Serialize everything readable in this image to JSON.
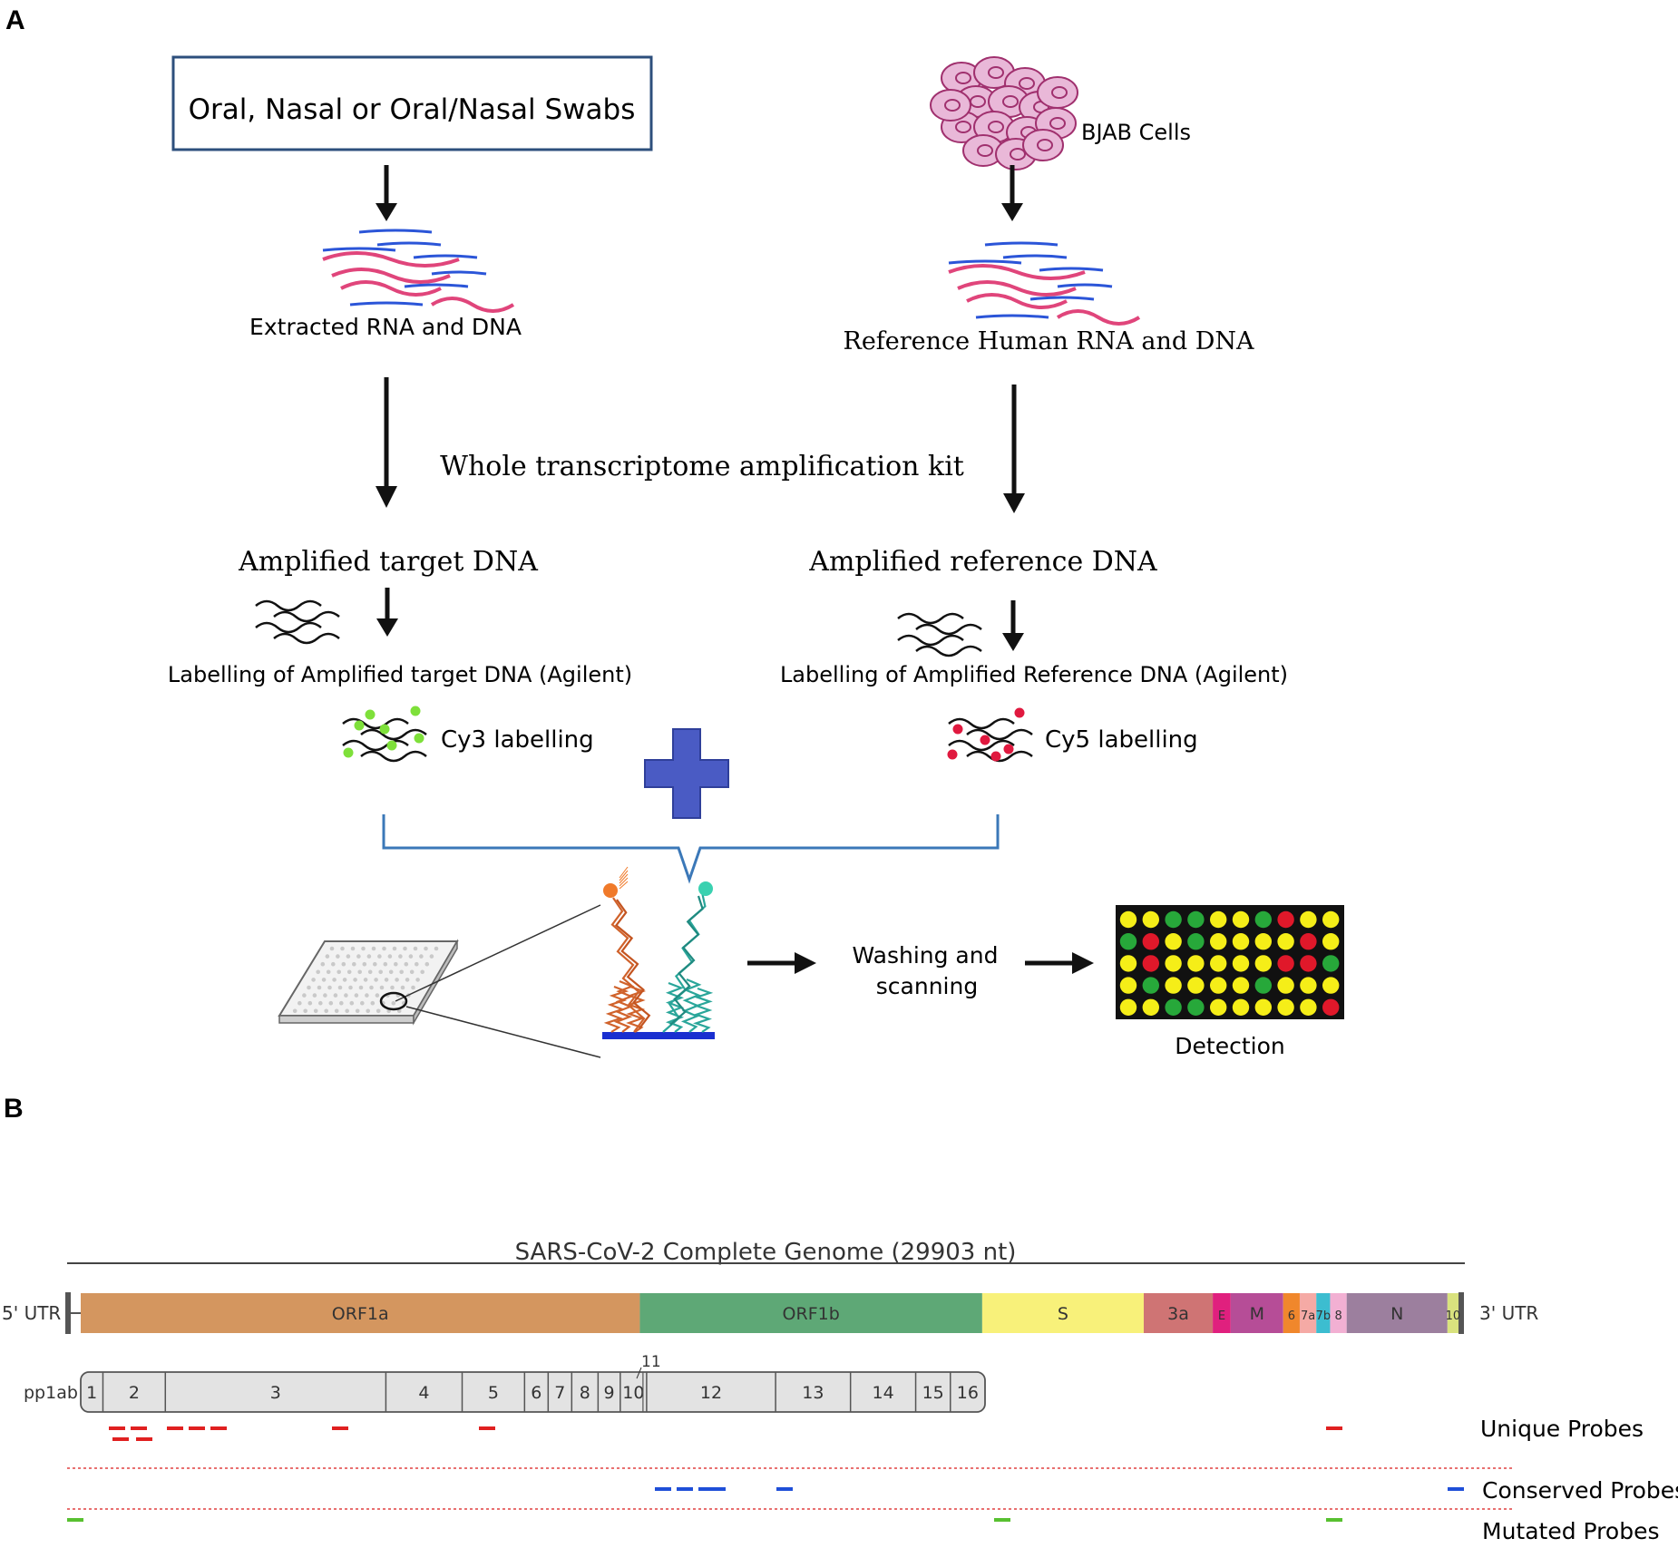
{
  "panelA": {
    "panel_label": "A",
    "swab_box": "Oral, Nasal or Oral/Nasal Swabs",
    "bjab_label": "BJAB Cells",
    "extracted": "Extracted RNA and DNA",
    "reference_human": "Reference Human RNA and DNA",
    "wta_kit": "Whole transcriptome amplification kit",
    "amplified_target": "Amplified target DNA",
    "amplified_reference": "Amplified reference DNA",
    "labelling_target": "Labelling of Amplified target DNA (Agilent)",
    "labelling_reference": "Labelling of Amplified Reference DNA (Agilent)",
    "cy3": "Cy3 labelling",
    "cy5": "Cy5 labelling",
    "washing_line1": "Washing and",
    "washing_line2": "scanning",
    "detection": "Detection",
    "colors": {
      "rna_pink": "#e0457b",
      "rna_blue": "#2b55d8",
      "cy3_green": "#7ee03a",
      "cy5_red": "#e0193f",
      "plus": "#4a5bc4",
      "bracket": "#3b78b8"
    },
    "microarray_grid": [
      [
        "yellow",
        "yellow",
        "green",
        "green",
        "yellow",
        "yellow",
        "green",
        "red",
        "yellow",
        "yellow"
      ],
      [
        "green",
        "red",
        "yellow",
        "green",
        "yellow",
        "yellow",
        "yellow",
        "yellow",
        "red",
        "yellow"
      ],
      [
        "yellow",
        "red",
        "yellow",
        "yellow",
        "yellow",
        "yellow",
        "yellow",
        "red",
        "red",
        "green"
      ],
      [
        "yellow",
        "green",
        "yellow",
        "yellow",
        "yellow",
        "yellow",
        "green",
        "yellow",
        "yellow",
        "yellow"
      ],
      [
        "yellow",
        "yellow",
        "green",
        "green",
        "yellow",
        "yellow",
        "yellow",
        "yellow",
        "yellow",
        "red"
      ]
    ]
  },
  "panelB": {
    "panel_label": "B",
    "title": "SARS-CoV-2 Complete Genome (29903 nt)",
    "utr5": "5' UTR",
    "utr3": "3' UTR",
    "genes": [
      {
        "label": "ORF1a",
        "color": "#d4965f",
        "frac": 0.405
      },
      {
        "label": "ORF1b",
        "color": "#5ea876",
        "frac": 0.248
      },
      {
        "label": "S",
        "color": "#f8f17a",
        "frac": 0.117
      },
      {
        "label": "3a",
        "color": "#cf7474",
        "frac": 0.05
      },
      {
        "label": "E",
        "color": "#e0207e",
        "frac": 0.013
      },
      {
        "label": "M",
        "color": "#b64d97",
        "frac": 0.038
      },
      {
        "label": "6",
        "color": "#f0872c",
        "frac": 0.012
      },
      {
        "label": "7a",
        "color": "#f5aaa5",
        "frac": 0.012
      },
      {
        "label": "7b",
        "color": "#3cbdd0",
        "frac": 0.01
      },
      {
        "label": "8",
        "color": "#f2b0d3",
        "frac": 0.012
      },
      {
        "label": "N",
        "color": "#9c7f9e",
        "frac": 0.073
      },
      {
        "label": "10",
        "color": "#d9e27e",
        "frac": 0.008
      }
    ],
    "pp1ab_label": "pp1ab",
    "nsp_label_11": "11",
    "nsps": [
      {
        "label": "1",
        "frac": 0.016
      },
      {
        "label": "2",
        "frac": 0.045
      },
      {
        "label": "3",
        "frac": 0.159
      },
      {
        "label": "4",
        "frac": 0.055
      },
      {
        "label": "5",
        "frac": 0.045
      },
      {
        "label": "6",
        "frac": 0.017
      },
      {
        "label": "7",
        "frac": 0.017
      },
      {
        "label": "8",
        "frac": 0.019
      },
      {
        "label": "9",
        "frac": 0.016
      },
      {
        "label": "10",
        "frac": 0.019
      },
      {
        "label": "12",
        "frac": 0.093
      },
      {
        "label": "13",
        "frac": 0.054
      },
      {
        "label": "14",
        "frac": 0.047
      },
      {
        "label": "15",
        "frac": 0.025
      },
      {
        "label": "16",
        "frac": 0.025
      }
    ],
    "probe_rows": [
      {
        "label": "Unique Probes",
        "color": "#e02020"
      },
      {
        "label": "Conserved Probes",
        "color": "#1f4fd8"
      },
      {
        "label": "Mutated Probes",
        "color": "#58c030"
      }
    ]
  }
}
